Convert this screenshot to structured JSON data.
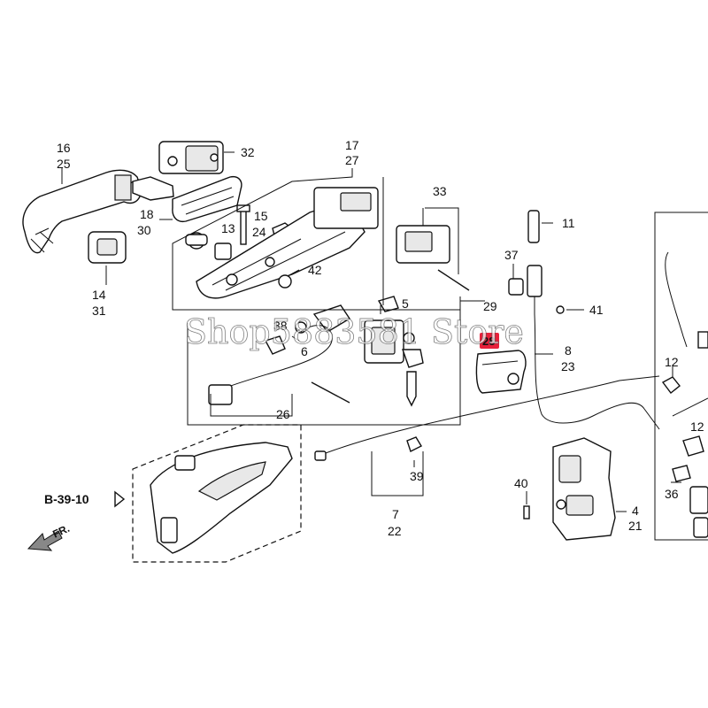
{
  "watermark": "Shop5883581 Store",
  "highlight_color": "#e8203a",
  "reference": {
    "label": "B-39-10",
    "arrow_icon": "hollow-arrow-right"
  },
  "direction": {
    "label": "FR."
  },
  "callouts": {
    "c16": "16",
    "c25": "25",
    "c32": "32",
    "c17": "17",
    "c27": "27",
    "c18": "18",
    "c30": "30",
    "c13": "13",
    "c15": "15",
    "c24": "24",
    "c14": "14",
    "c31": "31",
    "c42": "42",
    "c33": "33",
    "c11": "11",
    "c37": "37",
    "c41": "41",
    "c29": "29",
    "c5": "5",
    "c38": "38",
    "c6": "6",
    "c26": "26",
    "c28": "28",
    "c8": "8",
    "c23": "23",
    "c12a": "12",
    "c12b": "12",
    "c39": "39",
    "c7": "7",
    "c22": "22",
    "c40": "40",
    "c4": "4",
    "c21": "21",
    "c36": "36"
  }
}
